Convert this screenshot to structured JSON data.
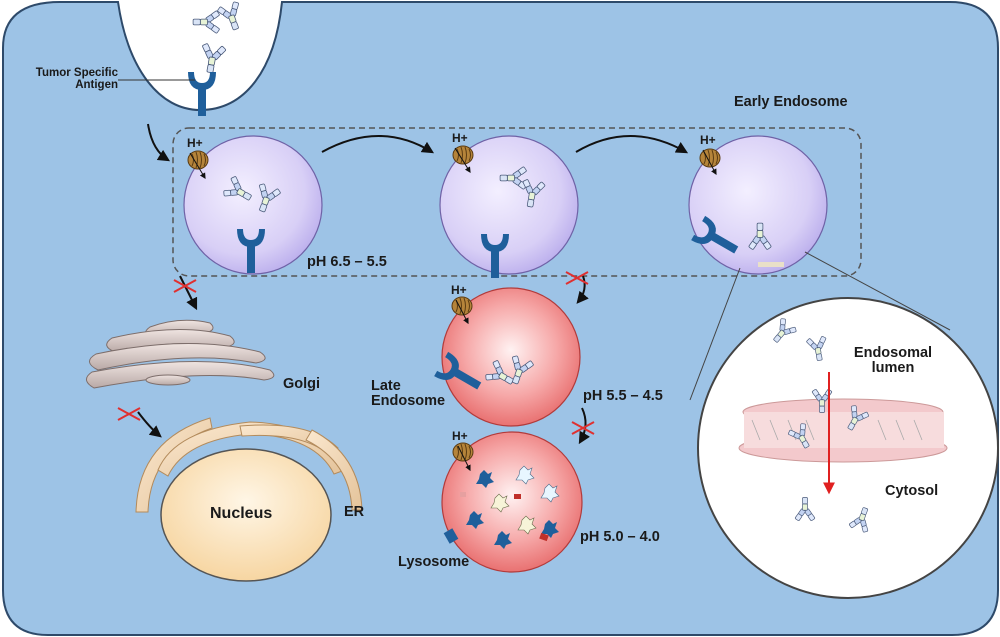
{
  "labels": {
    "tumor_antigen": [
      "Tumor Specific",
      "Antigen"
    ],
    "early_endosome": "Early Endosome",
    "ph_early": "pH 6.5 – 5.5",
    "late_endosome": [
      "Late",
      "Endosome"
    ],
    "ph_late": "pH 5.5 – 4.5",
    "golgi": "Golgi",
    "nucleus": "Nucleus",
    "er": "ER",
    "lysosome": "Lysosome",
    "ph_lysosome": "pH 5.0 – 4.0",
    "endosomal_lumen": [
      "Endosomal",
      "lumen"
    ],
    "cytosol": "Cytosol",
    "proton": "H+"
  },
  "colors": {
    "cell_fill": "#9dc3e6",
    "early_endosome_fill": "#d9d0f7",
    "late_endosome_fill": "#f08a8a",
    "nucleus_fill": "#fbe5c4",
    "receptor": "#1f5f9b",
    "inhibition_mark": "#e03030"
  }
}
